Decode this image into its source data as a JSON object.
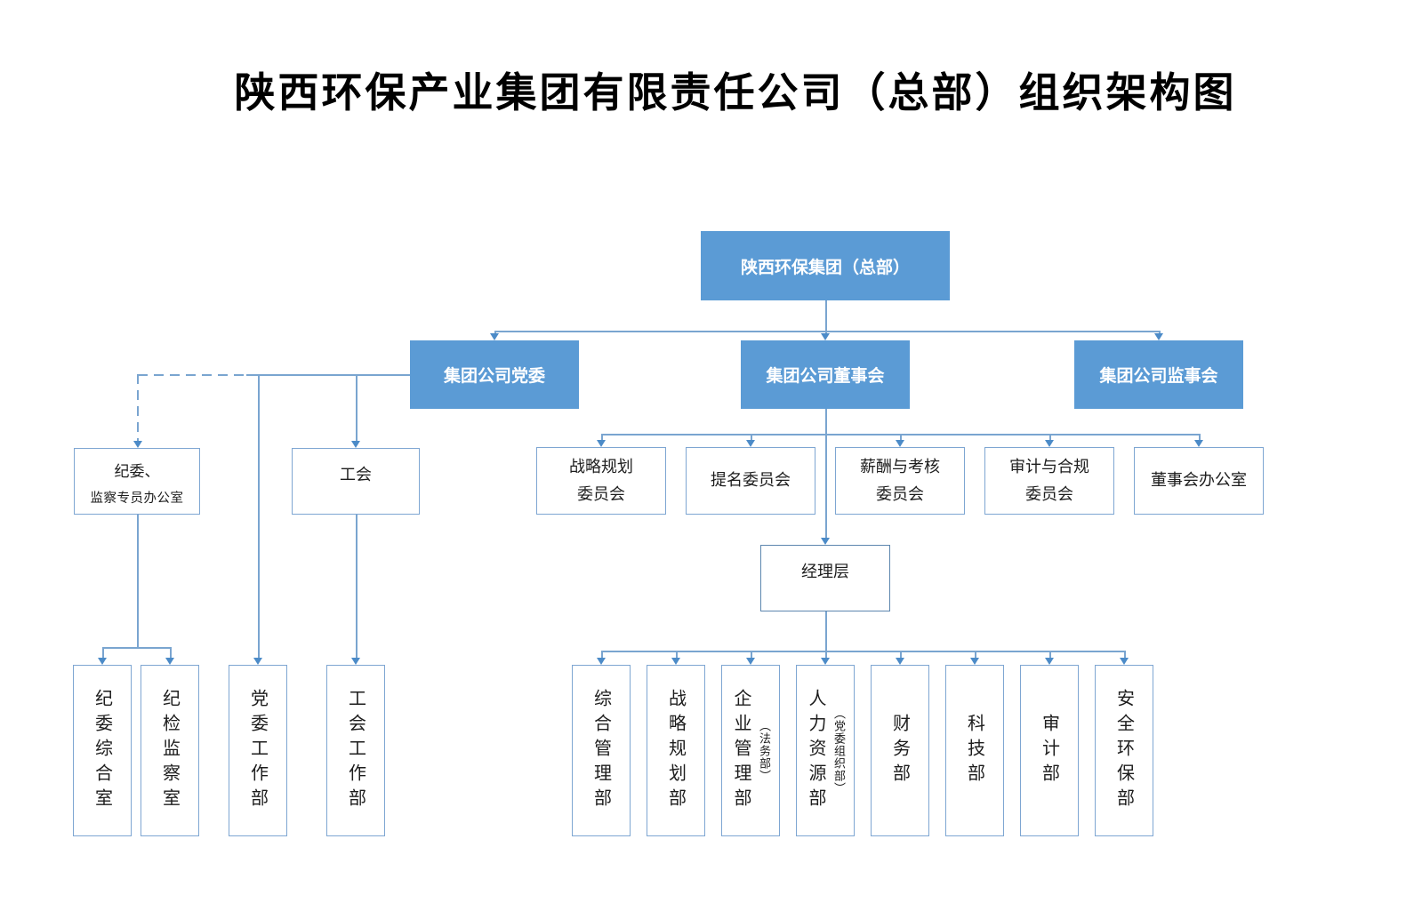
{
  "title": "陕西环保产业集团有限责任公司（总部）组织架构图",
  "colors": {
    "accent": "#5B9BD5",
    "line": "#7AA5D0",
    "arrow": "#4C8BC8",
    "box_border": "#7EA6D2"
  },
  "root": {
    "label": "陕西环保集团（总部）"
  },
  "level2": {
    "party": "集团公司党委",
    "board": "集团公司董事会",
    "supervisory": "集团公司监事会"
  },
  "left": {
    "discipline": {
      "line1": "纪委、",
      "line2": "监察专员办公室"
    },
    "union": "工会",
    "departments": [
      "纪委综合室",
      "纪检监察室",
      "党委工作部",
      "工会工作部"
    ]
  },
  "committees": [
    {
      "line1": "战略规划",
      "line2": "委员会"
    },
    {
      "line1": "提名委员会",
      "line2": ""
    },
    {
      "line1": "薪酬与考核",
      "line2": "委员会"
    },
    {
      "line1": "审计与合规",
      "line2": "委员会"
    },
    {
      "line1": "董事会办公室",
      "line2": ""
    }
  ],
  "management": {
    "label": "经理层"
  },
  "departments": [
    {
      "main": "综合管理部",
      "paren": ""
    },
    {
      "main": "战略规划部",
      "paren": ""
    },
    {
      "main": "企业管理部",
      "paren": "（法务部）"
    },
    {
      "main": "人力资源部",
      "paren": "（党委组织部）"
    },
    {
      "main": "财务部",
      "paren": ""
    },
    {
      "main": "科技部",
      "paren": ""
    },
    {
      "main": "审计部",
      "paren": ""
    },
    {
      "main": "安全环保部",
      "paren": ""
    }
  ]
}
